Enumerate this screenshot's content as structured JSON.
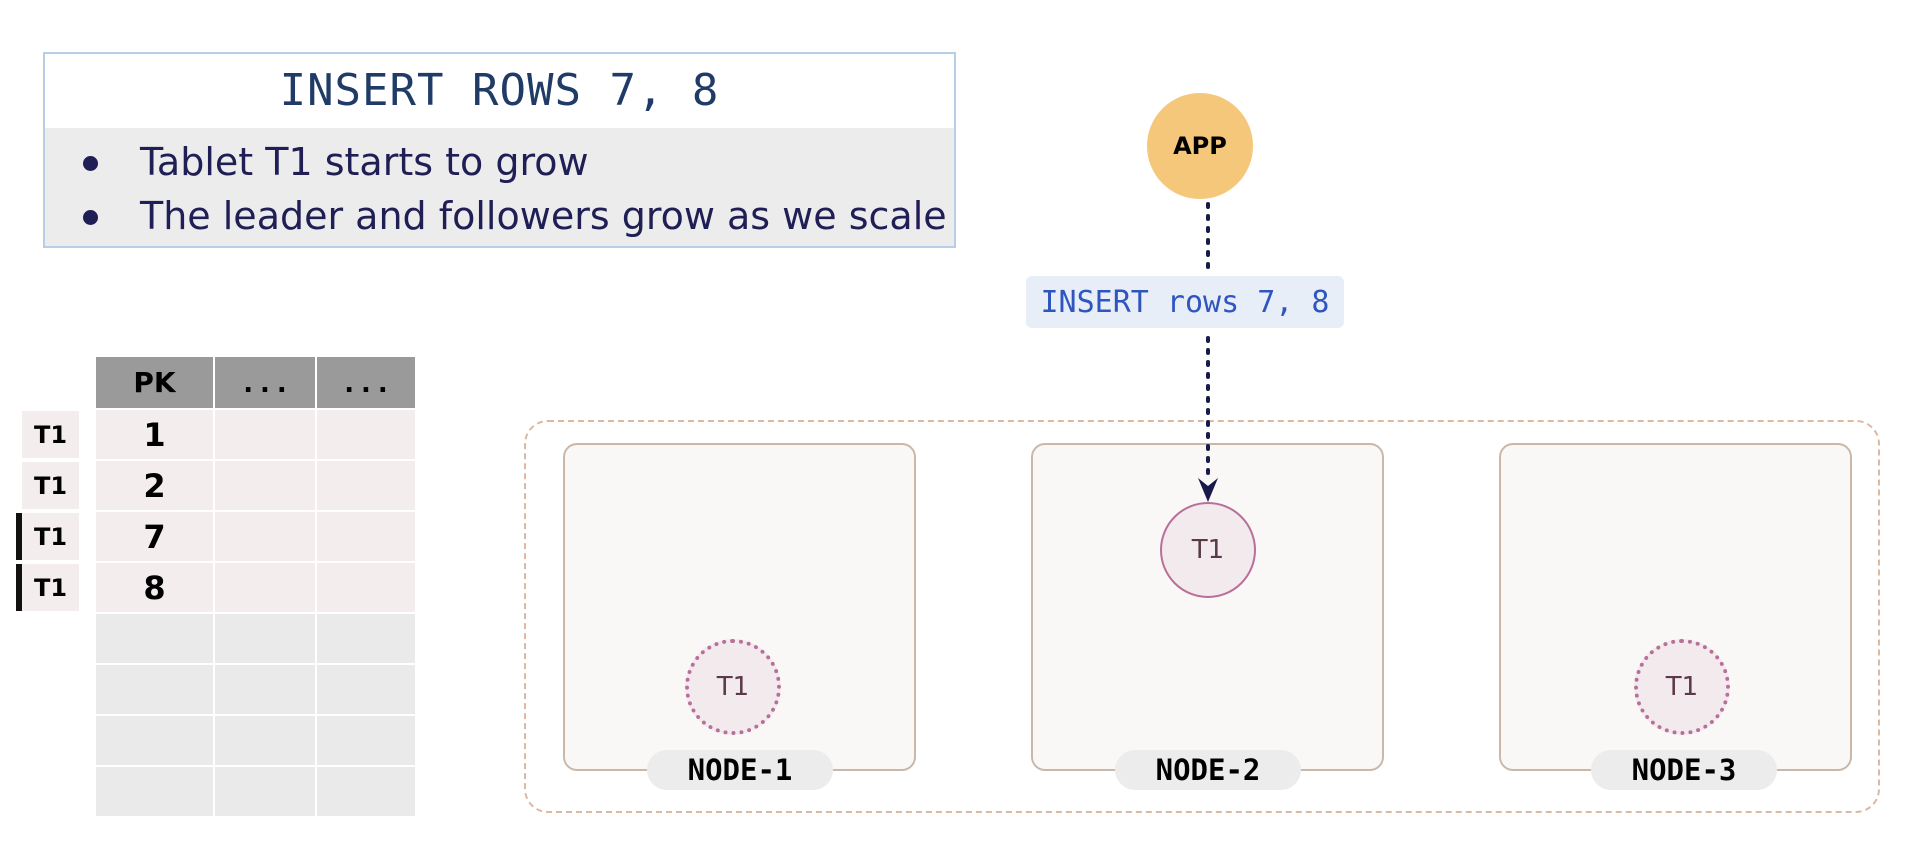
{
  "header": {
    "title": "INSERT ROWS 7, 8",
    "bullets": [
      "Tablet T1 starts to grow",
      "The leader and followers grow as we scale"
    ]
  },
  "table": {
    "columns": [
      "PK",
      "...",
      "..."
    ],
    "rows": [
      {
        "tablet": "T1",
        "pk": "1"
      },
      {
        "tablet": "T1",
        "pk": "2"
      },
      {
        "tablet": "T1",
        "pk": "7"
      },
      {
        "tablet": "T1",
        "pk": "8"
      }
    ],
    "empty_rows": 4
  },
  "app": {
    "label": "APP"
  },
  "request": {
    "label": "INSERT rows 7, 8"
  },
  "nodes": [
    {
      "label": "NODE-1",
      "tablet": "T1",
      "role": "follower"
    },
    {
      "label": "NODE-2",
      "tablet": "T1",
      "role": "leader"
    },
    {
      "label": "NODE-3",
      "tablet": "T1",
      "role": "follower"
    }
  ],
  "colors": {
    "leader": "#b8709a",
    "app": "#f5c77a",
    "request_text": "#2f55bf",
    "title": "#1f3b66"
  }
}
